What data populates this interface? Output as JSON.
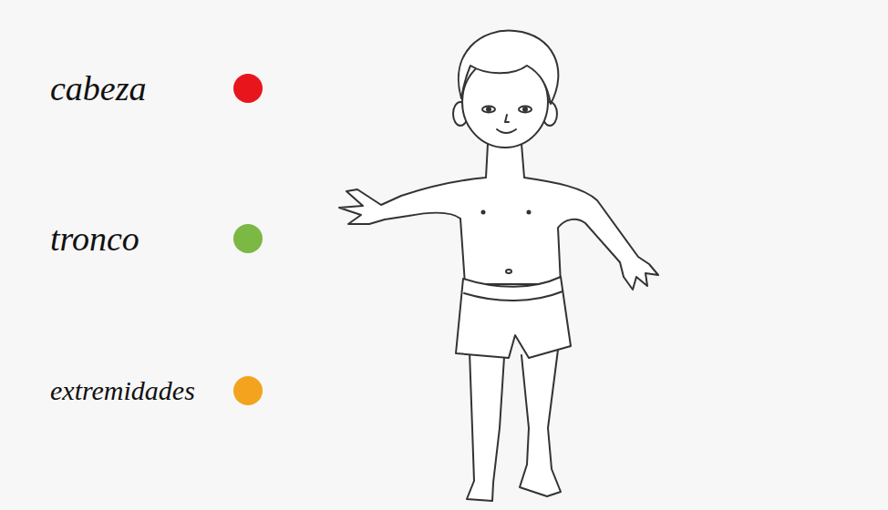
{
  "diagram": {
    "legend": [
      {
        "text": "cabeza",
        "color": "#e8161c"
      },
      {
        "text": "tronco",
        "color": "#7cb844"
      },
      {
        "text": "extremidades",
        "color": "#f4a31e"
      }
    ]
  }
}
